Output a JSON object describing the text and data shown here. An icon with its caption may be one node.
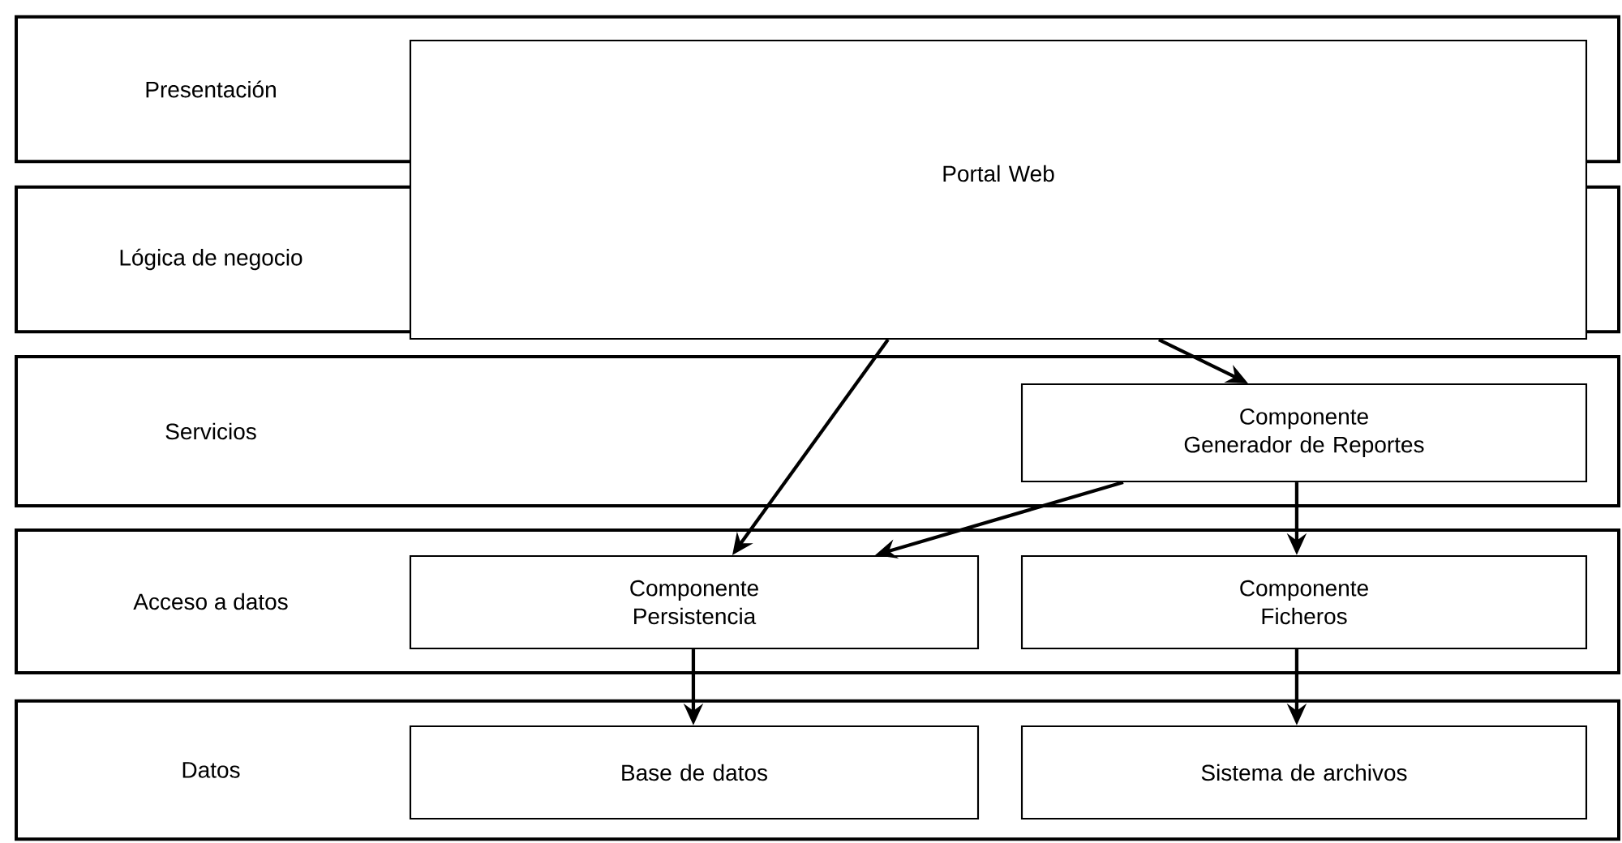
{
  "diagram": {
    "nodes": [
      {
        "text": [
          "Presentación"
        ]
      },
      {
        "text": [
          "Lógica de negocio"
        ]
      },
      {
        "text": [
          "Portal Web"
        ]
      },
      {
        "text": [
          "Servicios"
        ]
      },
      {
        "text": [
          "Componente Generador de Reportes"
        ],
        "in": 3
      },
      {
        "text": [
          "Acceso a datos"
        ]
      },
      {
        "text": [
          "Componente Persistencia"
        ],
        "in": 5
      },
      {
        "text": [
          "Componente Ficheros"
        ],
        "in": 5
      },
      {
        "text": [
          "Datos"
        ]
      },
      {
        "text": [
          "Base de datos"
        ],
        "in": 8
      },
      {
        "text": [
          "Sistema de archivos"
        ],
        "in": 8
      }
    ],
    "edges": [
      {
        "from": 2,
        "to": 6,
        "arrow": "to"
      },
      {
        "from": 2,
        "to": 4,
        "arrow": "to"
      },
      {
        "from": 4,
        "to": 6,
        "arrow": "to"
      },
      {
        "from": 4,
        "to": 7,
        "arrow": "to"
      },
      {
        "from": 6,
        "to": 9,
        "arrow": "to"
      },
      {
        "from": 7,
        "to": 10,
        "arrow": "to"
      }
    ]
  }
}
